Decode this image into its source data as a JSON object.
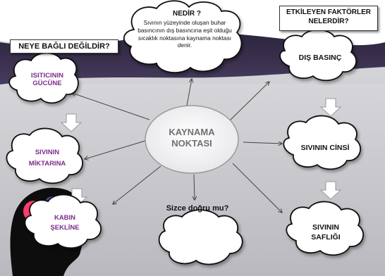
{
  "center": "KAYNAMA NOKTASI",
  "definition": {
    "title": "NEDİR ?",
    "text": "Sıvının yüzeyinde oluşan buhar basıncının dış basıncına eşit olduğu sıcaklık noktasına kaynama noktası denir."
  },
  "left": {
    "title": "NEYE BAĞLI DEĞİLDİR?",
    "items": [
      "ISITICININ GÜCÜNE",
      "SIVININ MİKTARINA",
      "KABIN ŞEKLİNE"
    ]
  },
  "right": {
    "title": "ETKİLEYEN FAKTÖRLER NELERDİR?",
    "items": [
      "DIŞ BASINÇ",
      "SIVININ CİNSİ",
      "SIVININ SAFLIĞI"
    ]
  },
  "question": "Sizce doğru mu?",
  "colors": {
    "left_text": "#7b2c8c",
    "cloud_text": "#111111",
    "accent": "#2b1c4a"
  }
}
